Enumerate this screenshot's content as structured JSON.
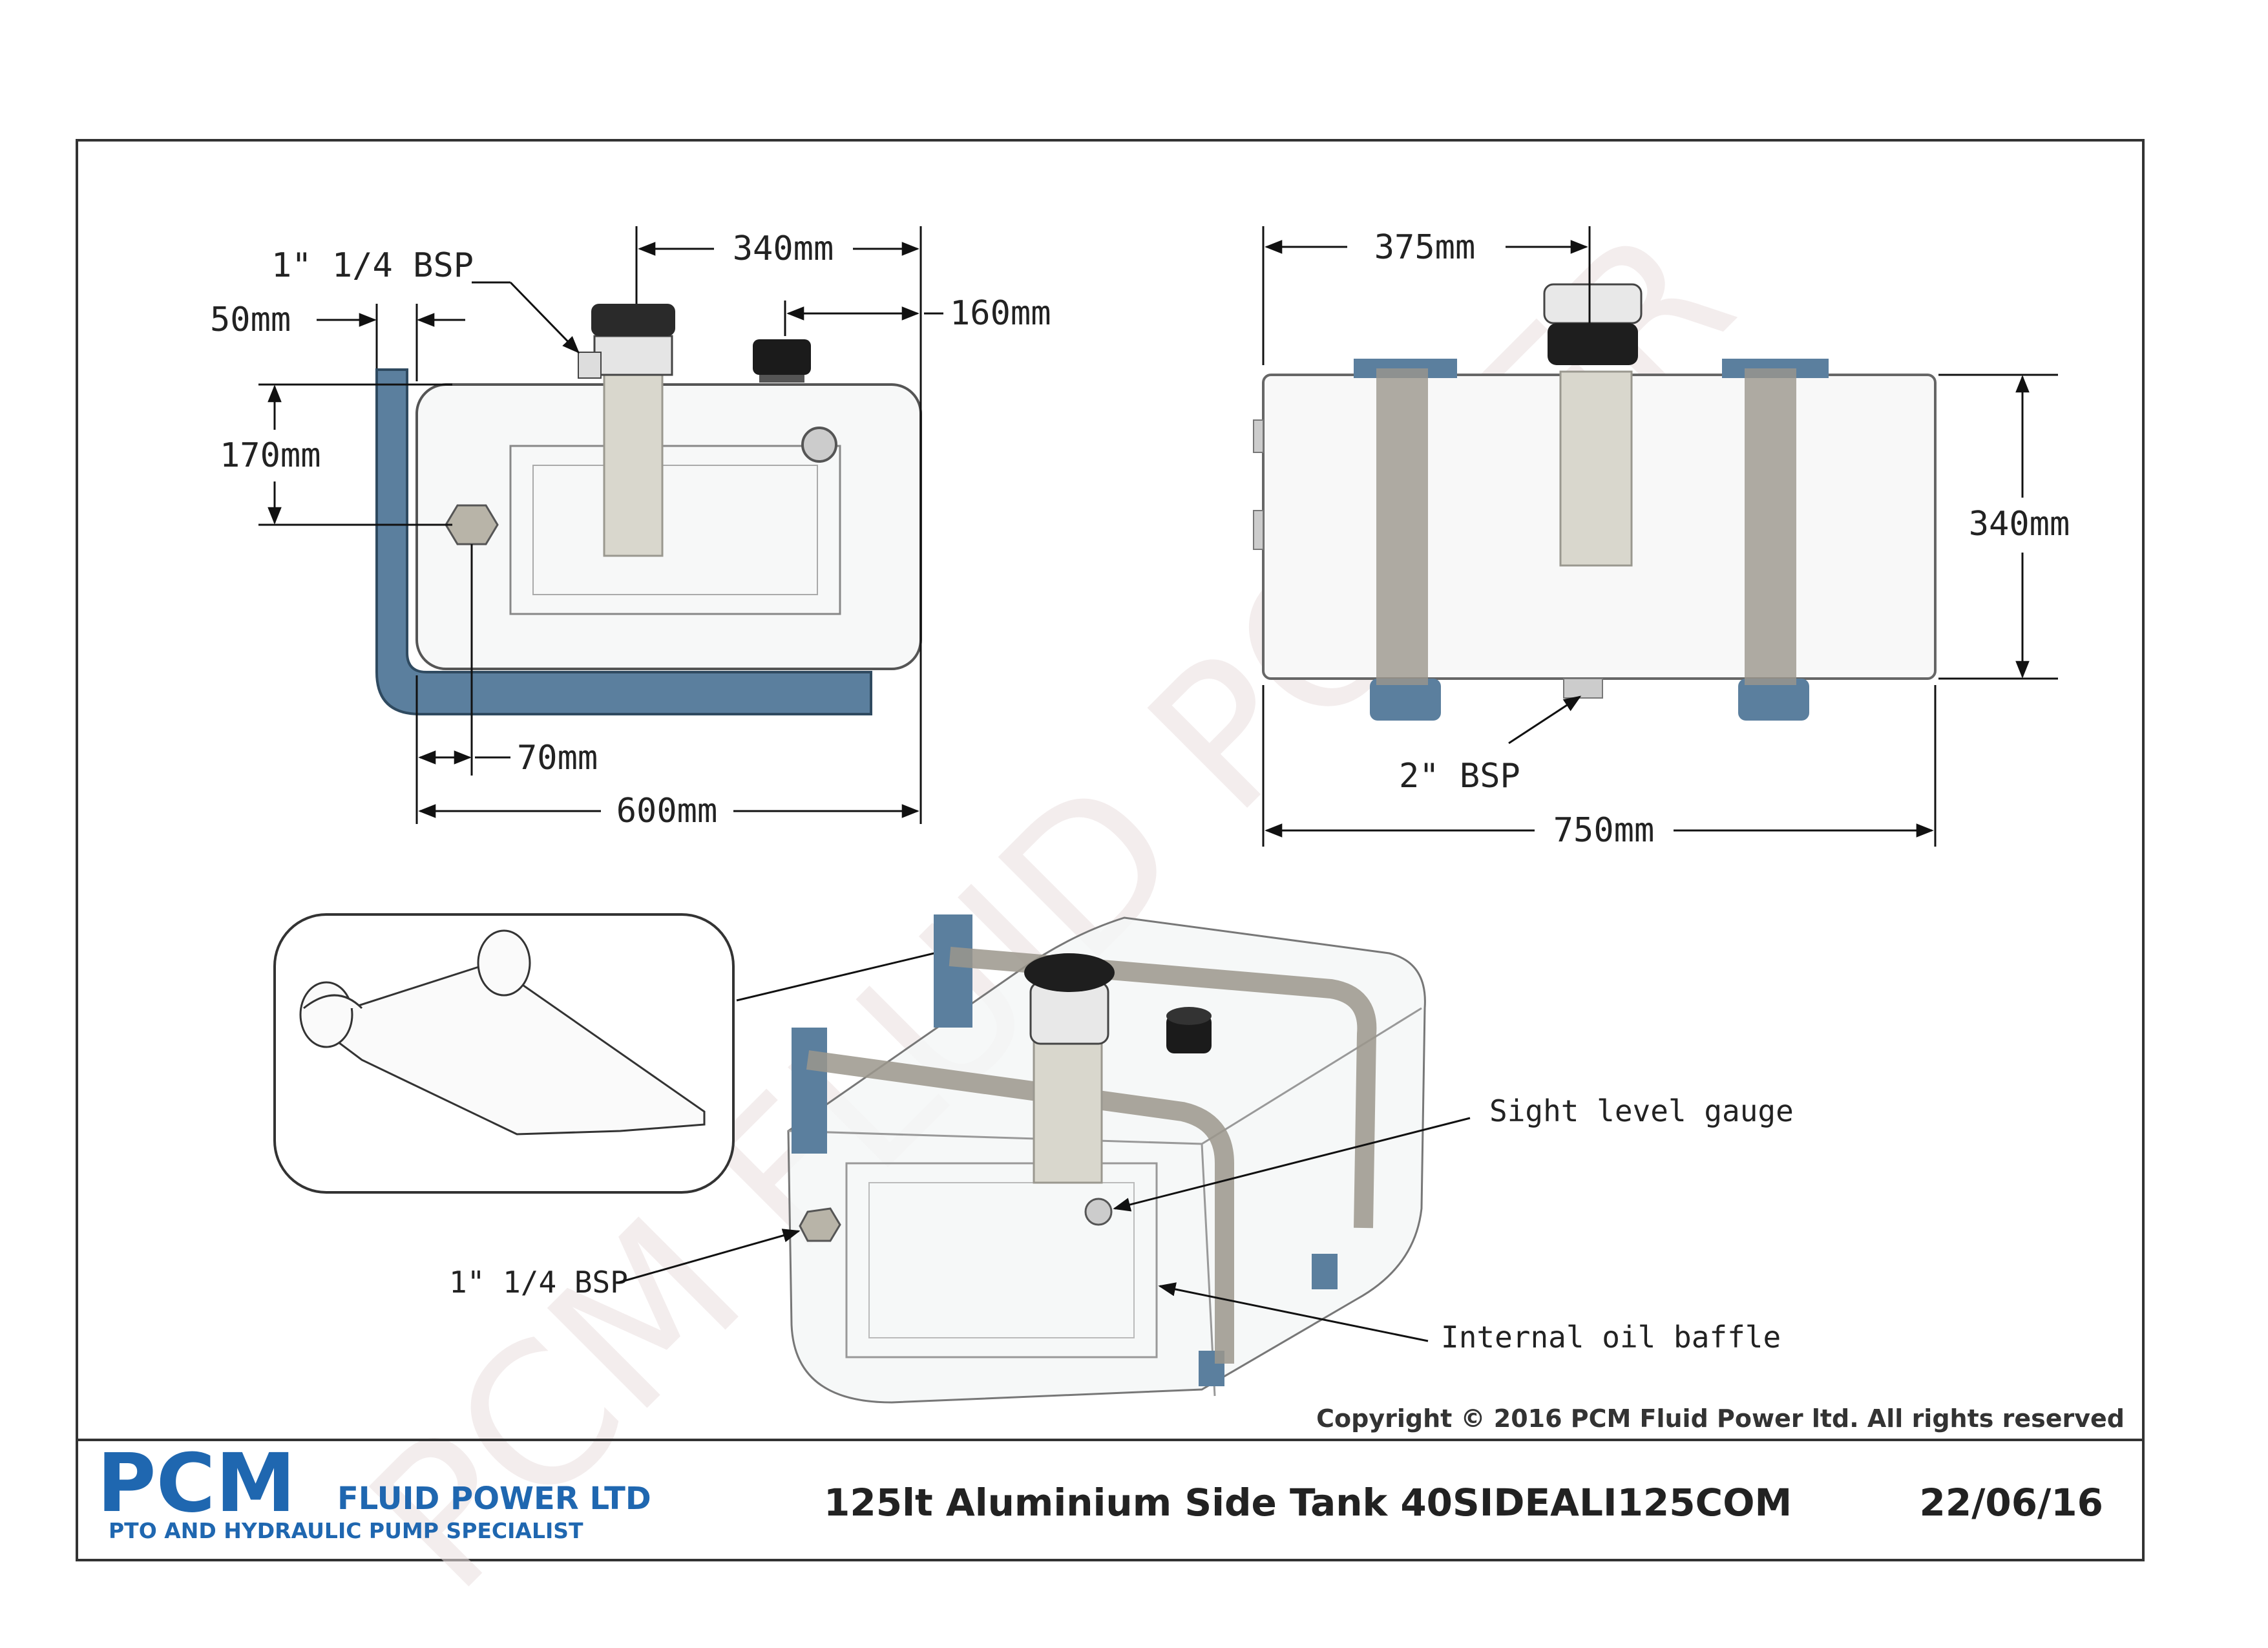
{
  "watermark": "PCM FLUID POWER",
  "front_view": {
    "dims": {
      "port_top": "1\" 1/4 BSP",
      "offset_left": "50mm",
      "filler_spacing": "340mm",
      "cap_offset": "160mm",
      "height": "170mm",
      "side_offset": "70mm",
      "width": "600mm"
    }
  },
  "side_view": {
    "dims": {
      "top_offset": "375mm",
      "height": "340mm",
      "drain": "2\" BSP",
      "length": "750mm"
    }
  },
  "iso_view": {
    "callouts": {
      "sight_gauge": "Sight level gauge",
      "port": "1\" 1/4 BSP",
      "baffle": "Internal oil baffle"
    }
  },
  "footer": {
    "copyright": "Copyright © 2016 PCM Fluid Power ltd. All rights reserved",
    "logo_main": "PCM",
    "logo_sub": "FLUID POWER LTD",
    "logo_tagline": "PTO AND HYDRAULIC PUMP SPECIALIST",
    "title": "125lt Aluminium Side Tank 40SIDEALI125COM",
    "date": "22/06/16"
  },
  "colors": {
    "bracket_blue": "#5b7f9e",
    "logo_blue": "#1f67b0",
    "strap_gray": "#9b968c",
    "border": "#333333"
  }
}
